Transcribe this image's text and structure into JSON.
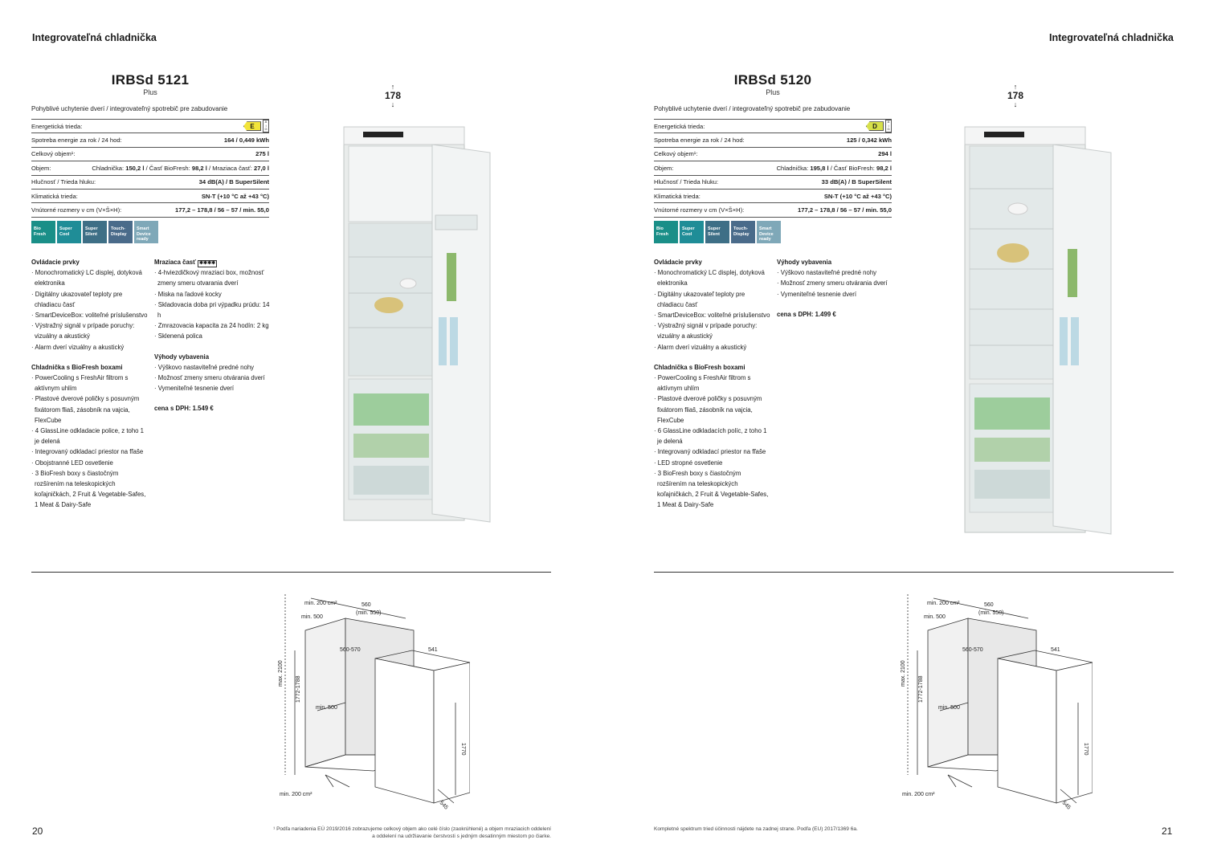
{
  "left": {
    "section_title": "Integrovateľná chladnička",
    "model": "IRBSd 5121",
    "variant": "Plus",
    "height_label": "178",
    "description": "Pohyblivé uchytenie dverí / integrovateľný spotrebič pre zabudovanie",
    "energy_class": "E",
    "specs": [
      {
        "label": "Energetická trieda:",
        "value": ""
      },
      {
        "label": "Spotreba energie za rok / 24 hod:",
        "value": "164 / 0,449 kWh"
      },
      {
        "label": "Celkový objem¹:",
        "value": "275 l"
      },
      {
        "label": "Objem:",
        "value_pre": "Chladnička: ",
        "value": "150,2 l",
        "value_mid": " / Časť BioFresh: ",
        "value2": "98,2 l",
        "value_mid2": " / Mraziaca časť: ",
        "value3": "27,0 l"
      },
      {
        "label": "Hlučnosť / Trieda hluku:",
        "value": "34 dB(A) / B SuperSilent"
      },
      {
        "label": "Klimatická trieda:",
        "value": "SN-T (+10 °C až +43 °C)"
      },
      {
        "label": "Vnútorné rozmery v cm (V×Š×H):",
        "value": "177,2 – 178,8 / 56 – 57 / min. 55,0"
      }
    ],
    "features": [
      {
        "label": "Bio Fresh",
        "color": "#1a8f88"
      },
      {
        "label": "Super Cool",
        "color": "#1f8d97"
      },
      {
        "label": "Super Silent",
        "color": "#3e6f86"
      },
      {
        "label": "Touch-Display",
        "color": "#4a6b8a"
      },
      {
        "label": "Smart Device ready",
        "color": "#7fa8b8"
      }
    ],
    "col1": {
      "heading1": "Ovládacie prvky",
      "items1": [
        "· Monochromatický LC displej, dotyková elektronika",
        "· Digitálny ukazovateľ teploty pre chladiacu časť",
        "· SmartDeviceBox: voliteľné príslušenstvo",
        "· Výstražný signál v prípade poruchy: vizuálny a akustický",
        "· Alarm dverí vizuálny a akustický"
      ],
      "heading2": "Chladnička s BioFresh boxami",
      "items2": [
        "· PowerCooling s FreshAir filtrom s aktívnym uhlím",
        "· Plastové dverové poličky s posuvným fixátorom fliaš, zásobník na vajcia, FlexCube",
        "· 4 GlassLine odkladacie police, z toho 1 je delená",
        "· Integrovaný odkladací priestor na fľaše",
        "· Obojstranné LED osvetlenie",
        "· 3 BioFresh boxy s čiastočným rozšírením na teleskopických koľajničkách, 2 Fruit & Vegetable-Safes, 1 Meat & Dairy-Safe"
      ]
    },
    "col2": {
      "heading1": "Mraziaca časť",
      "items1": [
        "· 4-hviezdičkový mraziaci box, možnosť zmeny smeru otvarania dverí",
        "· Miska na ľadové kocky",
        "· Skladovacia doba pri výpadku prúdu: 14 h",
        "· Zmrazovacia kapacita za 24 hodín: 2 kg",
        "· Sklenená polica"
      ],
      "heading2": "Výhody vybavenia",
      "items2": [
        "· Výškovo nastaviteľné predné nohy",
        "· Možnosť zmeny smeru otvárania dverí",
        "· Vymeniteľné tesnenie dverí"
      ],
      "price": "cena s DPH: 1.549 €"
    },
    "page_number": "20",
    "footnote": "¹ Podľa nariadenia EÚ 2019/2016 zobrazujeme celkový objem ako celé číslo (zaokrúhlené) a objem mraziacich oddelení a oddelení na udržiavanie čerstvosti s jedným desatinným miestom po čiarke."
  },
  "right": {
    "section_title": "Integrovateľná chladnička",
    "model": "IRBSd 5120",
    "variant": "Plus",
    "height_label": "178",
    "description": "Pohyblivé uchytenie dverí / integrovateľný spotrebič pre zabudovanie",
    "energy_class": "D",
    "specs": [
      {
        "label": "Energetická trieda:",
        "value": ""
      },
      {
        "label": "Spotreba energie za rok / 24 hod:",
        "value": "125 / 0,342 kWh"
      },
      {
        "label": "Celkový objem¹:",
        "value": "294 l"
      },
      {
        "label": "Objem:",
        "value_pre": "Chladnička: ",
        "value": "195,8 l",
        "value_mid": " / Časť BioFresh: ",
        "value2": "98,2 l"
      },
      {
        "label": "Hlučnosť / Trieda hluku:",
        "value": "33 dB(A) / B SuperSilent"
      },
      {
        "label": "Klimatická trieda:",
        "value": "SN-T (+10 °C až +43 °C)"
      },
      {
        "label": "Vnútorné rozmery v cm (V×Š×H):",
        "value": "177,2 – 178,8 / 56 – 57 / min. 55,0"
      }
    ],
    "features": [
      {
        "label": "Bio Fresh",
        "color": "#1a8f88"
      },
      {
        "label": "Super Cool",
        "color": "#1f8d97"
      },
      {
        "label": "Super Silent",
        "color": "#3e6f86"
      },
      {
        "label": "Touch-Display",
        "color": "#4a6b8a"
      },
      {
        "label": "Smart Device ready",
        "color": "#7fa8b8"
      }
    ],
    "col1": {
      "heading1": "Ovládacie prvky",
      "items1": [
        "· Monochromatický LC displej, dotyková elektronika",
        "· Digitálny ukazovateľ teploty pre chladiacu časť",
        "· SmartDeviceBox: voliteľné príslušenstvo",
        "· Výstražný signál v prípade poruchy: vizuálny a akustický",
        "· Alarm dverí vizuálny a akustický"
      ],
      "heading2": "Chladnička s BioFresh boxami",
      "items2": [
        "· PowerCooling s FreshAir filtrom s aktívnym uhlím",
        "· Plastové dverové poličky s posuvným fixátorom fliaš, zásobník na vajcia, FlexCube",
        "· 6 GlassLine odkladacích políc, z toho 1 je delená",
        "· Integrovaný odkladací priestor na fľaše",
        "· LED stropné osvetlenie",
        "· 3 BioFresh boxy s čiastočným rozšírením na teleskopických koľajničkách, 2 Fruit & Vegetable-Safes, 1 Meat & Dairy-Safe"
      ]
    },
    "col2": {
      "heading1": "Výhody vybavenia",
      "items1": [
        "· Výškovo nastaviteľné predné nohy",
        "· Možnosť zmeny smeru otvárania dverí",
        "· Vymeniteľné tesnenie dverí"
      ],
      "price": "cena s DPH: 1.499 €"
    },
    "page_number": "21",
    "footnote": "Kompletné spektrum tried účinnosti nájdete na zadnej strane. Podľa (EU) 2017/1369 6a."
  },
  "diagram": {
    "min_200_top": "min. 200 cm²",
    "min_500_top": "min. 500",
    "w560": "560",
    "w560b": "(min. 550)",
    "w560_570": "560-570",
    "w541": "541",
    "max2100": "max. 2100",
    "h1772": "1772-1788",
    "min_500_bottom": "min. 500",
    "h1770": "1770",
    "d545": "545",
    "min_200_bottom": "min. 200 cm²"
  }
}
